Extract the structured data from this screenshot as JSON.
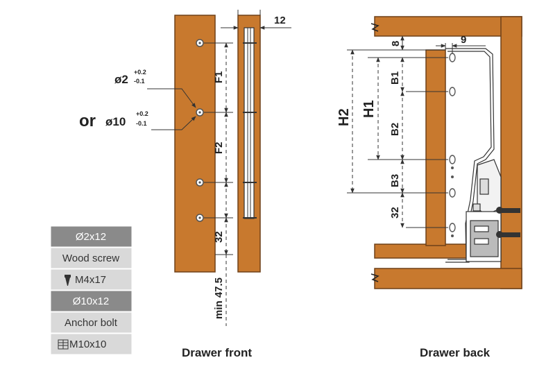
{
  "colors": {
    "wood": "#c8792e",
    "wood_edge": "#6e4018",
    "line": "#333333",
    "table_dark": "#8a8a8a",
    "table_light": "#d9d9d9"
  },
  "front": {
    "thickness": "12",
    "hole_small": "ø2",
    "hole_small_tol_plus": "+0.2",
    "hole_small_tol_minus": "-0.1",
    "or_label": "or",
    "hole_large": "ø10",
    "hole_large_tol_plus": "+0.2",
    "hole_large_tol_minus": "-0.1",
    "f1": "F1",
    "f2": "F2",
    "d32": "32",
    "min_label": "min 47.5",
    "caption": "Drawer front"
  },
  "back": {
    "top_offset": "8",
    "side_offset": "9",
    "h2": "H2",
    "h1": "H1",
    "b1": "B1",
    "b2": "B2",
    "b3": "B3",
    "d32": "32",
    "caption": "Drawer back"
  },
  "fasteners": {
    "rows": [
      {
        "text": "Ø2x12",
        "style": "dark",
        "icon": ""
      },
      {
        "text": "Wood screw",
        "style": "light",
        "icon": ""
      },
      {
        "text": "M4x17",
        "style": "light",
        "icon": "screw-icon"
      },
      {
        "text": "Ø10x12",
        "style": "dark",
        "icon": ""
      },
      {
        "text": "Anchor bolt",
        "style": "light",
        "icon": ""
      },
      {
        "text": "M10x10",
        "style": "light",
        "icon": "anchor-bolt-icon"
      }
    ]
  }
}
